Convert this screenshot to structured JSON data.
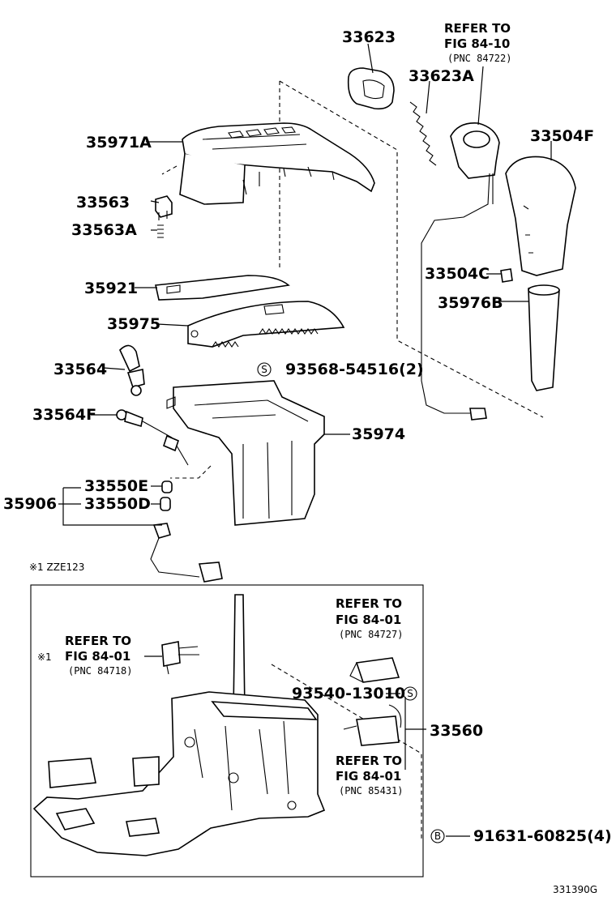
{
  "parts": {
    "p33623": "33623",
    "p33623A": "33623A",
    "p35971A": "35971A",
    "p33504F": "33504F",
    "p33563": "33563",
    "p33563A": "33563A",
    "p33504C": "33504C",
    "p35921": "35921",
    "p35976B": "35976B",
    "p35975": "35975",
    "p33564": "33564",
    "p93568": "93568-54516(2)",
    "p33564F": "33564F",
    "p35974": "35974",
    "p33550E": "33550E",
    "p33550D": "33550D",
    "p35906": "35906",
    "p93540": "93540-13010",
    "p33560": "33560",
    "p91631": "91631-60825(4)"
  },
  "refs": {
    "top": {
      "l1": "REFER TO",
      "l2": "FIG 84-10",
      "l3": "(PNC 84722)"
    },
    "left": {
      "l1": "REFER TO",
      "l2": "FIG 84-01",
      "l3": "(PNC 84718)"
    },
    "right1": {
      "l1": "REFER TO",
      "l2": "FIG 84-01",
      "l3": "(PNC 84727)"
    },
    "right2": {
      "l1": "REFER TO",
      "l2": "FIG 84-01",
      "l3": "(PNC 85431)"
    }
  },
  "markers": {
    "s": "S",
    "b": "B",
    "note_star": "※1",
    "note_label": "※1 ZZE123"
  },
  "figure_id": "331390G"
}
